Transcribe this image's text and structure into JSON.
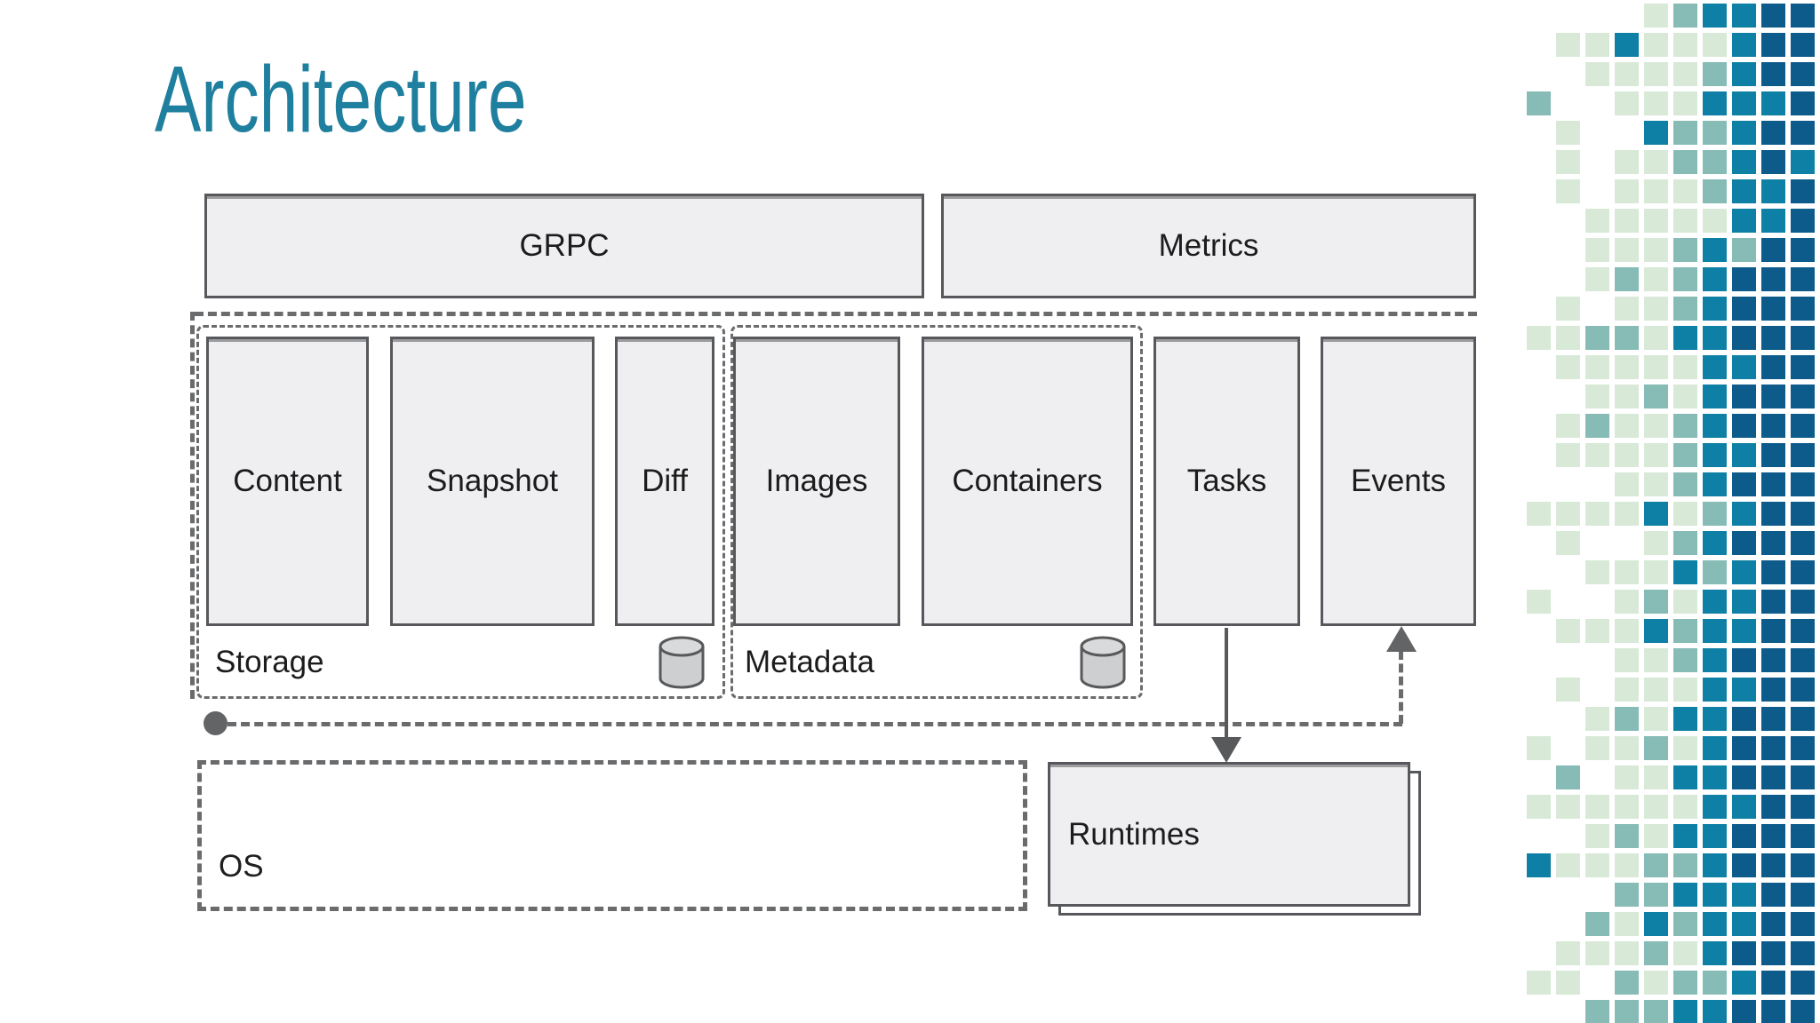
{
  "slide": {
    "title": "Architecture"
  },
  "api_row": {
    "grpc_label": "GRPC",
    "metrics_label": "Metrics"
  },
  "services": [
    {
      "label": "Content"
    },
    {
      "label": "Snapshot"
    },
    {
      "label": "Diff"
    },
    {
      "label": "Images"
    },
    {
      "label": "Containers"
    },
    {
      "label": "Tasks"
    },
    {
      "label": "Events"
    }
  ],
  "groups": {
    "storage_label": "Storage",
    "metadata_label": "Metadata"
  },
  "bottom": {
    "os_label": "OS",
    "runtimes_label": "Runtimes"
  },
  "icons": {
    "database": "database-cylinder",
    "event_source": "filled-circle",
    "arrows": [
      "arrow-up",
      "arrow-down"
    ]
  },
  "colors": {
    "title_teal": "#1f7f9e",
    "box_fill": "#efeff1",
    "box_border": "#57585b",
    "dash_gray": "#6a6b6d",
    "text": "#1c1c1c"
  },
  "mosaic": {
    "palette": {
      "g": "#d8e9d8",
      "t": "#86bcb5",
      "b": "#0f80a5",
      "n": "#0d5b8b"
    },
    "cell": 27,
    "pitch": 33,
    "rows": [
      "....gtbbnn",
      ".ggbgggbnn",
      "..ggggtbnn",
      "t..gggbbbn",
      ".g..bttbnn",
      ".g.ggttbnb",
      ".g.gggtbbn",
      "..gggggbbn",
      "..gggtbtnn",
      "..gtgtbnnn",
      ".g.ggtbnnn",
      "ggttgbbnnn",
      ".gggggbbnn",
      "..ggtgbnnn",
      ".gtggtbnnn",
      ".ggggtbbnn",
      "...ggtbnnn",
      "ggggbgtbnn",
      ".g..gtbnnn",
      "..gggbtbnn",
      "g..gtgbbnn",
      ".gggbtbbnn",
      "...ggtbnnn",
      ".g.gggbbnn",
      "..gtgbbnnn",
      "g.ggtgbnnn",
      ".t.ggbbnnn",
      "ggggggbbnn",
      "..gtgbbnnn",
      "bgggttbnnn",
      "...ttbbbnn",
      "..tgbtbbnn",
      ".gggtgbnnn",
      "gg.tgttbnn",
      "..tttbbnnn"
    ]
  }
}
